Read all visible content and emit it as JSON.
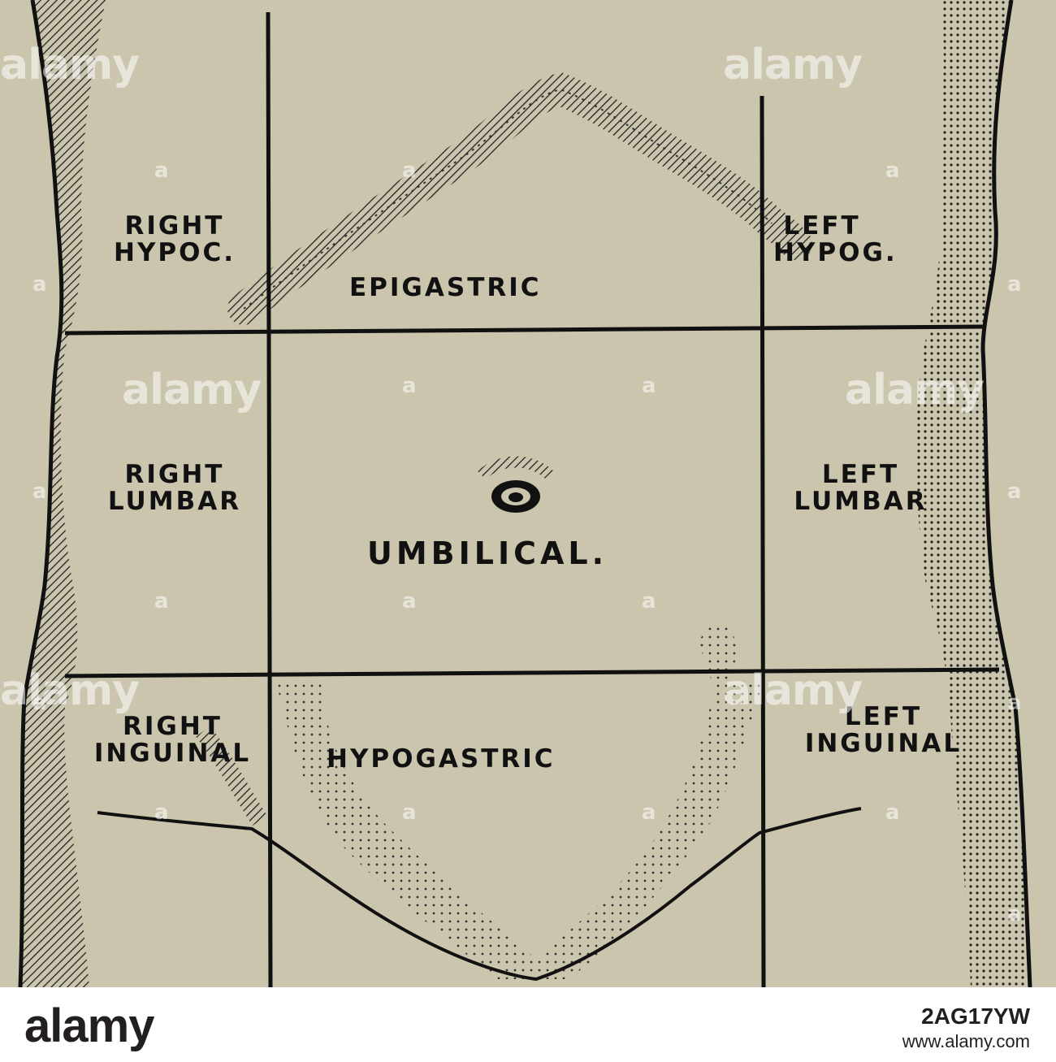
{
  "regions": {
    "right_hypochondriac": [
      "RIGHT",
      "HYPOC."
    ],
    "epigastric": "EPIGASTRIC",
    "left_hypochondriac": [
      "LEFT",
      "HYPOG."
    ],
    "right_lumbar": [
      "RIGHT",
      "LUMBAR"
    ],
    "umbilical": "UMBILICAL.",
    "left_lumbar": [
      "LEFT",
      "LUMBAR"
    ],
    "right_inguinal": [
      "RIGHT",
      "INGUINAL"
    ],
    "hypogastric": "HYPOGASTRIC",
    "left_inguinal": [
      "LEFT",
      "INGUINAL"
    ]
  },
  "watermark": {
    "word": "alamy",
    "mark": "a"
  },
  "footer": {
    "brand": "alamy",
    "image_id": "2AG17YW",
    "url": "www.alamy.com"
  },
  "colors": {
    "paper": "#cbc5ae",
    "ink": "#111111",
    "footer_bg": "#ffffff"
  }
}
